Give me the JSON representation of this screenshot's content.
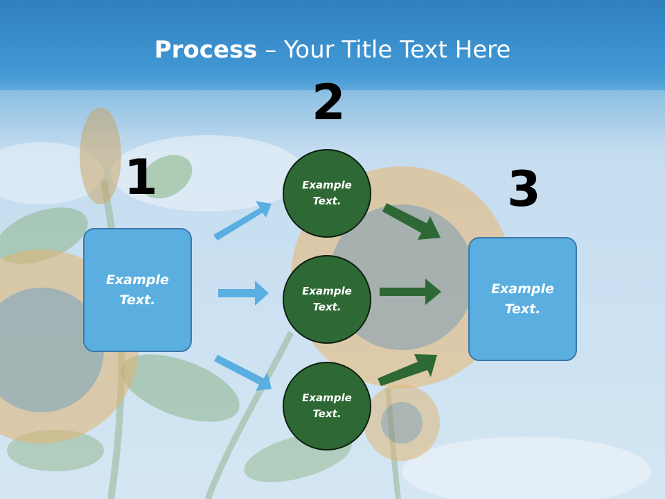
{
  "title": {
    "bold": "Process",
    "rest": " – Your Title Text Here"
  },
  "steps": [
    {
      "number": "1",
      "text": "Example\nText."
    },
    {
      "number": "2",
      "items": [
        "Example\nText.",
        "Example\nText.",
        "Example\nText."
      ]
    },
    {
      "number": "3",
      "text": "Example\nText."
    }
  ],
  "colors": {
    "box_fill": "#5aaee0",
    "circle_fill": "#2e6834",
    "blue_arrow": "#5aaee0",
    "green_arrow": "#2e6834"
  },
  "background": "sunflowers-sky-photo"
}
